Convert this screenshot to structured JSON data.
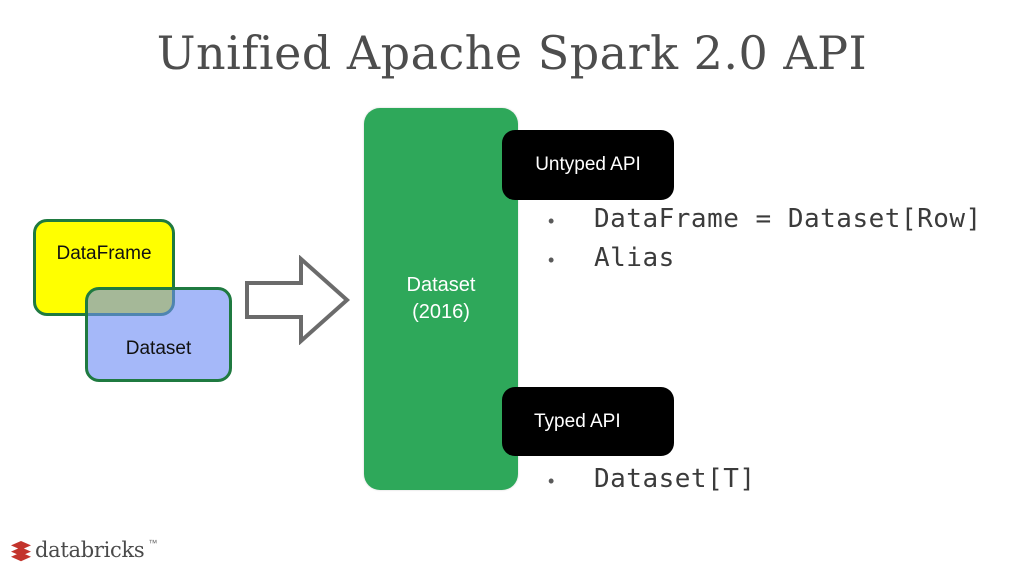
{
  "slide": {
    "title": "Unified Apache Spark 2.0 API",
    "background_color": "#ffffff",
    "title_color": "#4d4d4d"
  },
  "venn": {
    "dataframe": {
      "label": "DataFrame",
      "fill_color": "#ffff00",
      "border_color": "#1f7a40"
    },
    "dataset": {
      "label": "Dataset",
      "fill_color": "#6e8cf5",
      "border_color": "#1f7a40"
    }
  },
  "arrow": {
    "icon": "right-block-arrow-icon",
    "stroke_color": "#6b6b6b",
    "fill_color": "#ffffff"
  },
  "dataset_panel": {
    "label": "Dataset\n(2016)",
    "name_line": "Dataset",
    "year_line": "(2016)",
    "fill_color": "#2ea85a",
    "text_color": "#ffffff"
  },
  "api_sections": [
    {
      "badge_label": "Untyped API",
      "badge_color": "#000000",
      "badge_text_color": "#ffffff",
      "bullets": [
        "DataFrame = Dataset[Row]",
        "Alias"
      ]
    },
    {
      "badge_label": "Typed API",
      "badge_color": "#000000",
      "badge_text_color": "#ffffff",
      "bullets": [
        "Dataset[T]"
      ]
    }
  ],
  "bullet_marker": "•",
  "logo": {
    "wordmark": "databricks",
    "trademark": "™",
    "mark_color": "#c3342c",
    "wordmark_color": "#4a4a4a"
  }
}
